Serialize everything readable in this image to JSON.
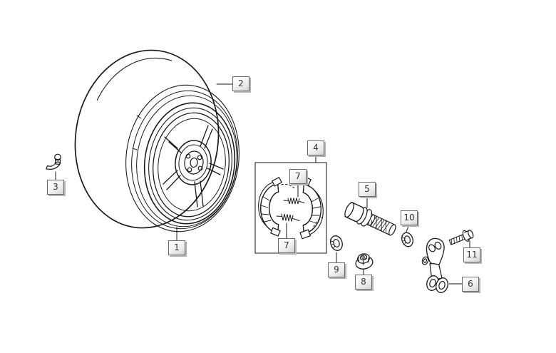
{
  "colors": {
    "background": "#ffffff",
    "line": "#1a1a1a",
    "callout_face": "#e8e8e8",
    "callout_border": "#6a6a6a",
    "callout_shadow": "#b5b5b5",
    "callout_text": "#333333"
  },
  "diagram": {
    "type": "exploded-parts-line-drawing",
    "subject": "rear wheel assembly",
    "callouts": [
      {
        "label": "1"
      },
      {
        "label": "2"
      },
      {
        "label": "3"
      },
      {
        "label": "4"
      },
      {
        "label": "5"
      },
      {
        "label": "6"
      },
      {
        "label": "7"
      },
      {
        "label": "7"
      },
      {
        "label": "8"
      },
      {
        "label": "9"
      },
      {
        "label": "10"
      },
      {
        "label": "11"
      }
    ]
  }
}
